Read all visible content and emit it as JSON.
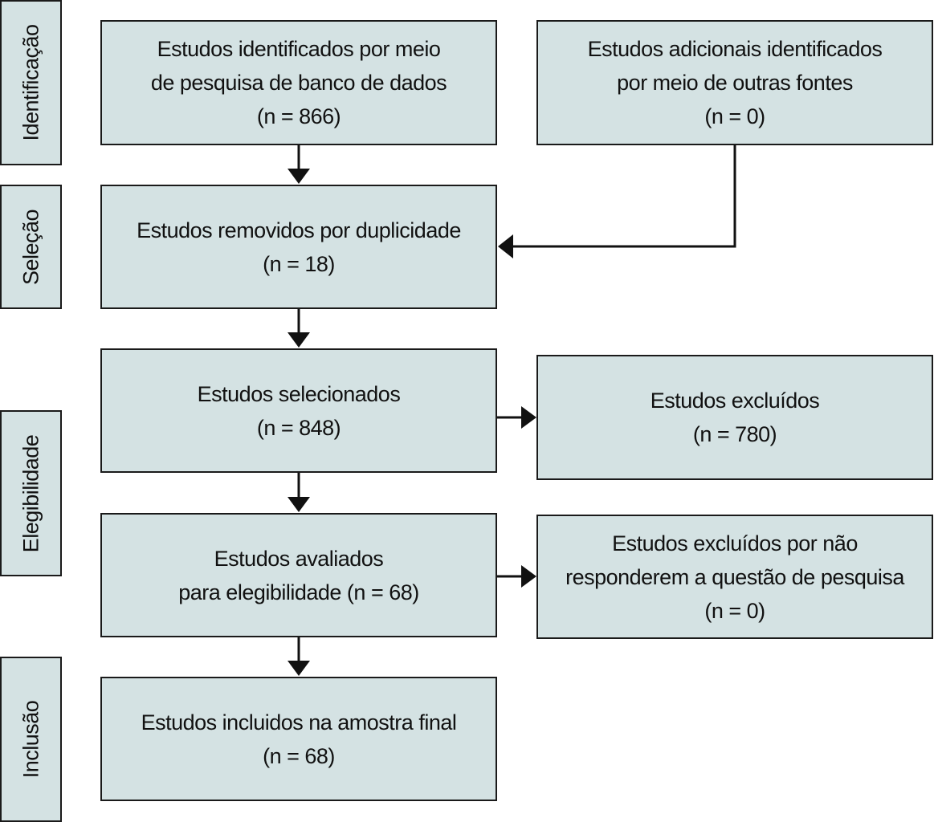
{
  "stages": {
    "identificacao": "Identificação",
    "selecao": "Seleção",
    "elegibilidade": "Elegibilidade",
    "inclusao": "Inclusão"
  },
  "boxes": {
    "db_search": {
      "line1": "Estudos identificados por meio",
      "line2": "de pesquisa de banco de dados",
      "line3": "(n = 866)"
    },
    "other_sources": {
      "line1": "Estudos adicionais identificados",
      "line2": "por meio de outras fontes",
      "line3": "(n = 0)"
    },
    "duplicates_removed": {
      "line1": "Estudos removidos por duplicidade",
      "line2": "(n = 18)"
    },
    "selected": {
      "line1": "Estudos selecionados",
      "line2": "(n = 848)"
    },
    "excluded": {
      "line1": "Estudos excluídos",
      "line2": "(n = 780)"
    },
    "eligibility_assessed": {
      "line1": "Estudos avaliados",
      "line2": "para elegibilidade (n = 68)"
    },
    "excluded_not_answering": {
      "line1": "Estudos excluídos por não",
      "line2": "responderem a questão de pesquisa",
      "line3": "(n = 0)"
    },
    "included": {
      "line1": "Estudos incluidos na amostra final",
      "line2": "(n = 68)"
    }
  }
}
